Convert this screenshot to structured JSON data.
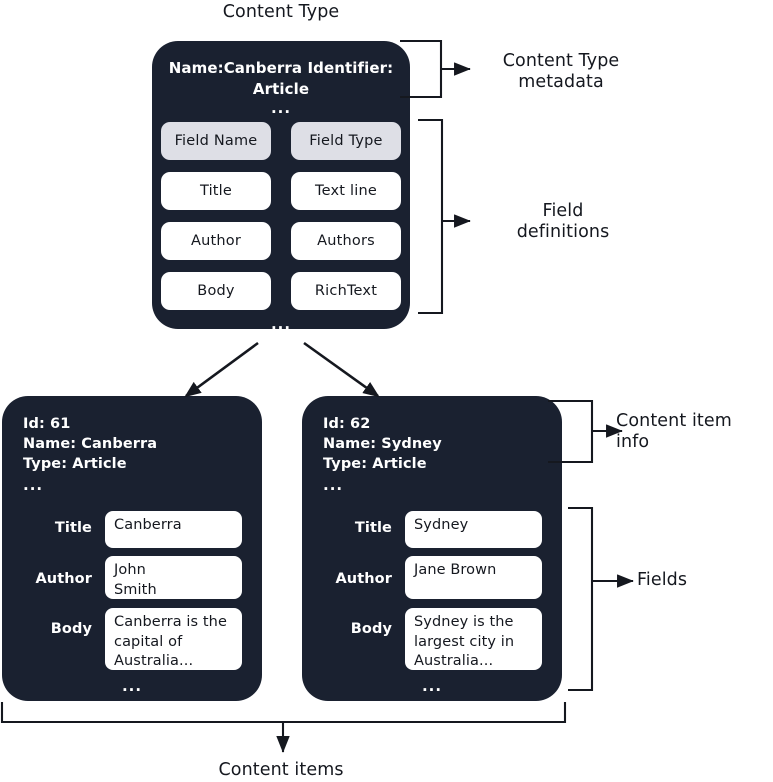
{
  "diagram": {
    "title": "Content Type",
    "bottom_caption": "Content items",
    "ellipsis": "...",
    "colors": {
      "card_background": "#1a2130",
      "chip_header_background": "#dedfe6",
      "chip_background": "#ffffff",
      "text_light": "#ffffff",
      "text_dark": "#15181f",
      "stroke": "#15181f",
      "page_background": "#ffffff"
    }
  },
  "content_type": {
    "metadata_lines": "Name:Canberra\nIdentifier: Article",
    "metadata_ellipsis": "...",
    "fields_ellipsis": "...",
    "table": {
      "headers": [
        "Field Name",
        "Field Type"
      ],
      "rows": [
        [
          "Title",
          "Text line"
        ],
        [
          "Author",
          "Authors"
        ],
        [
          "Body",
          "RichText"
        ]
      ]
    }
  },
  "annotations": {
    "content_type_metadata": "Content Type\nmetadata",
    "field_definitions": "Field\ndefinitions",
    "content_item_info": "Content item\ninfo",
    "fields": "Fields"
  },
  "content_items": [
    {
      "info": "Id: 61\nName: Canberra\nType: Article",
      "info_ellipsis": "...",
      "fields": [
        {
          "label": "Title",
          "value": "Canberra"
        },
        {
          "label": "Author",
          "value": "John\nSmith"
        },
        {
          "label": "Body",
          "value": "Canberra is the\ncapital of\nAustralia..."
        }
      ],
      "fields_ellipsis": "..."
    },
    {
      "info": "Id: 62\nName: Sydney\nType: Article",
      "info_ellipsis": "...",
      "fields": [
        {
          "label": "Title",
          "value": "Sydney"
        },
        {
          "label": "Author",
          "value": "Jane Brown"
        },
        {
          "label": "Body",
          "value": "Sydney is the\nlargest city in\nAustralia..."
        }
      ],
      "fields_ellipsis": "..."
    }
  ]
}
